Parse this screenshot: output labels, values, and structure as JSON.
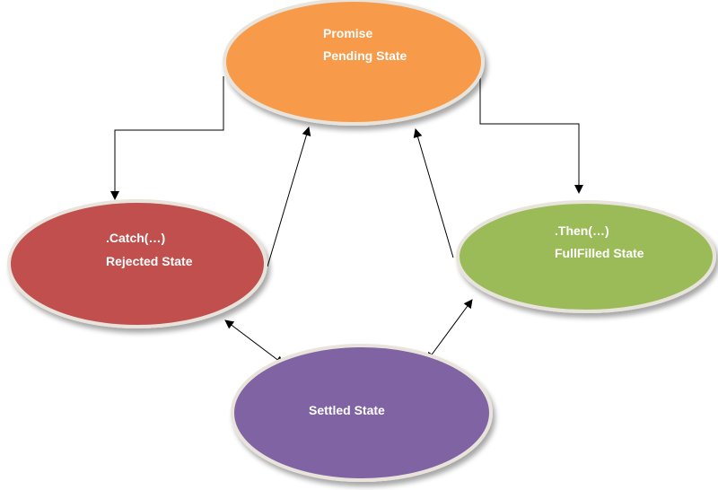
{
  "diagram": {
    "nodes": {
      "promise": {
        "line1": "Promise",
        "line2": "Pending State",
        "color": "#f79a4a"
      },
      "catch": {
        "line1": ".Catch(…)",
        "line2": "Rejected State",
        "color": "#c0504d"
      },
      "then": {
        "line1": ".Then(…)",
        "line2": "FullFilled State",
        "color": "#9bbb59"
      },
      "settled": {
        "line1": "Settled State",
        "color": "#8064a2"
      }
    },
    "edges": [
      {
        "from": "promise",
        "to": "catch",
        "kind": "elbow"
      },
      {
        "from": "promise",
        "to": "then",
        "kind": "elbow"
      },
      {
        "from": "catch",
        "to": "promise",
        "kind": "straight"
      },
      {
        "from": "then",
        "to": "promise",
        "kind": "straight"
      },
      {
        "from": "catch",
        "to": "settled",
        "kind": "bidirectional"
      },
      {
        "from": "then",
        "to": "settled",
        "kind": "bidirectional"
      }
    ]
  }
}
